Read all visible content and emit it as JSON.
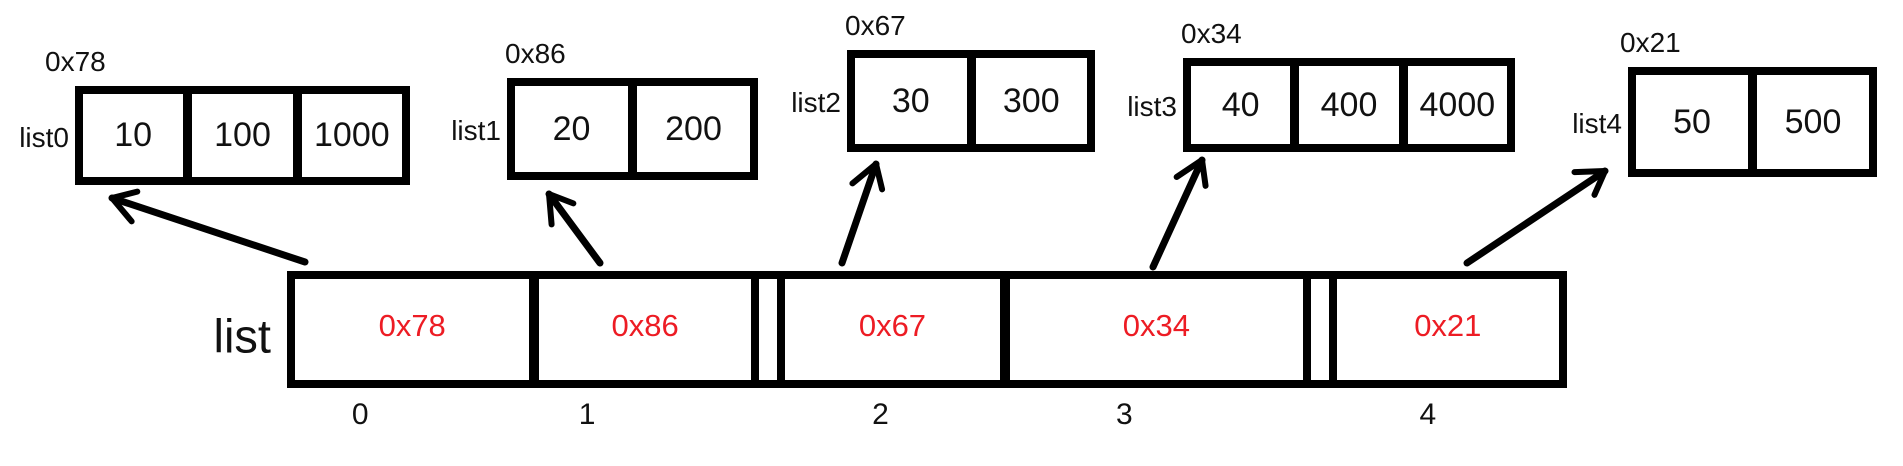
{
  "main_list": {
    "label": "list",
    "cells": [
      {
        "index": "0",
        "pointer": "0x78"
      },
      {
        "index": "1",
        "pointer": "0x86"
      },
      {
        "index": "2",
        "pointer": "0x67"
      },
      {
        "index": "3",
        "pointer": "0x34"
      },
      {
        "index": "4",
        "pointer": "0x21"
      }
    ]
  },
  "sublists": [
    {
      "name": "list0",
      "address": "0x78",
      "values": [
        "10",
        "100",
        "1000"
      ]
    },
    {
      "name": "list1",
      "address": "0x86",
      "values": [
        "20",
        "200"
      ]
    },
    {
      "name": "list2",
      "address": "0x67",
      "values": [
        "30",
        "300"
      ]
    },
    {
      "name": "list3",
      "address": "0x34",
      "values": [
        "40",
        "400",
        "4000"
      ]
    },
    {
      "name": "list4",
      "address": "0x21",
      "values": [
        "50",
        "500"
      ]
    }
  ],
  "colors": {
    "pointer_text": "#ed1c24",
    "line": "#000000",
    "background": "#ffffff"
  }
}
